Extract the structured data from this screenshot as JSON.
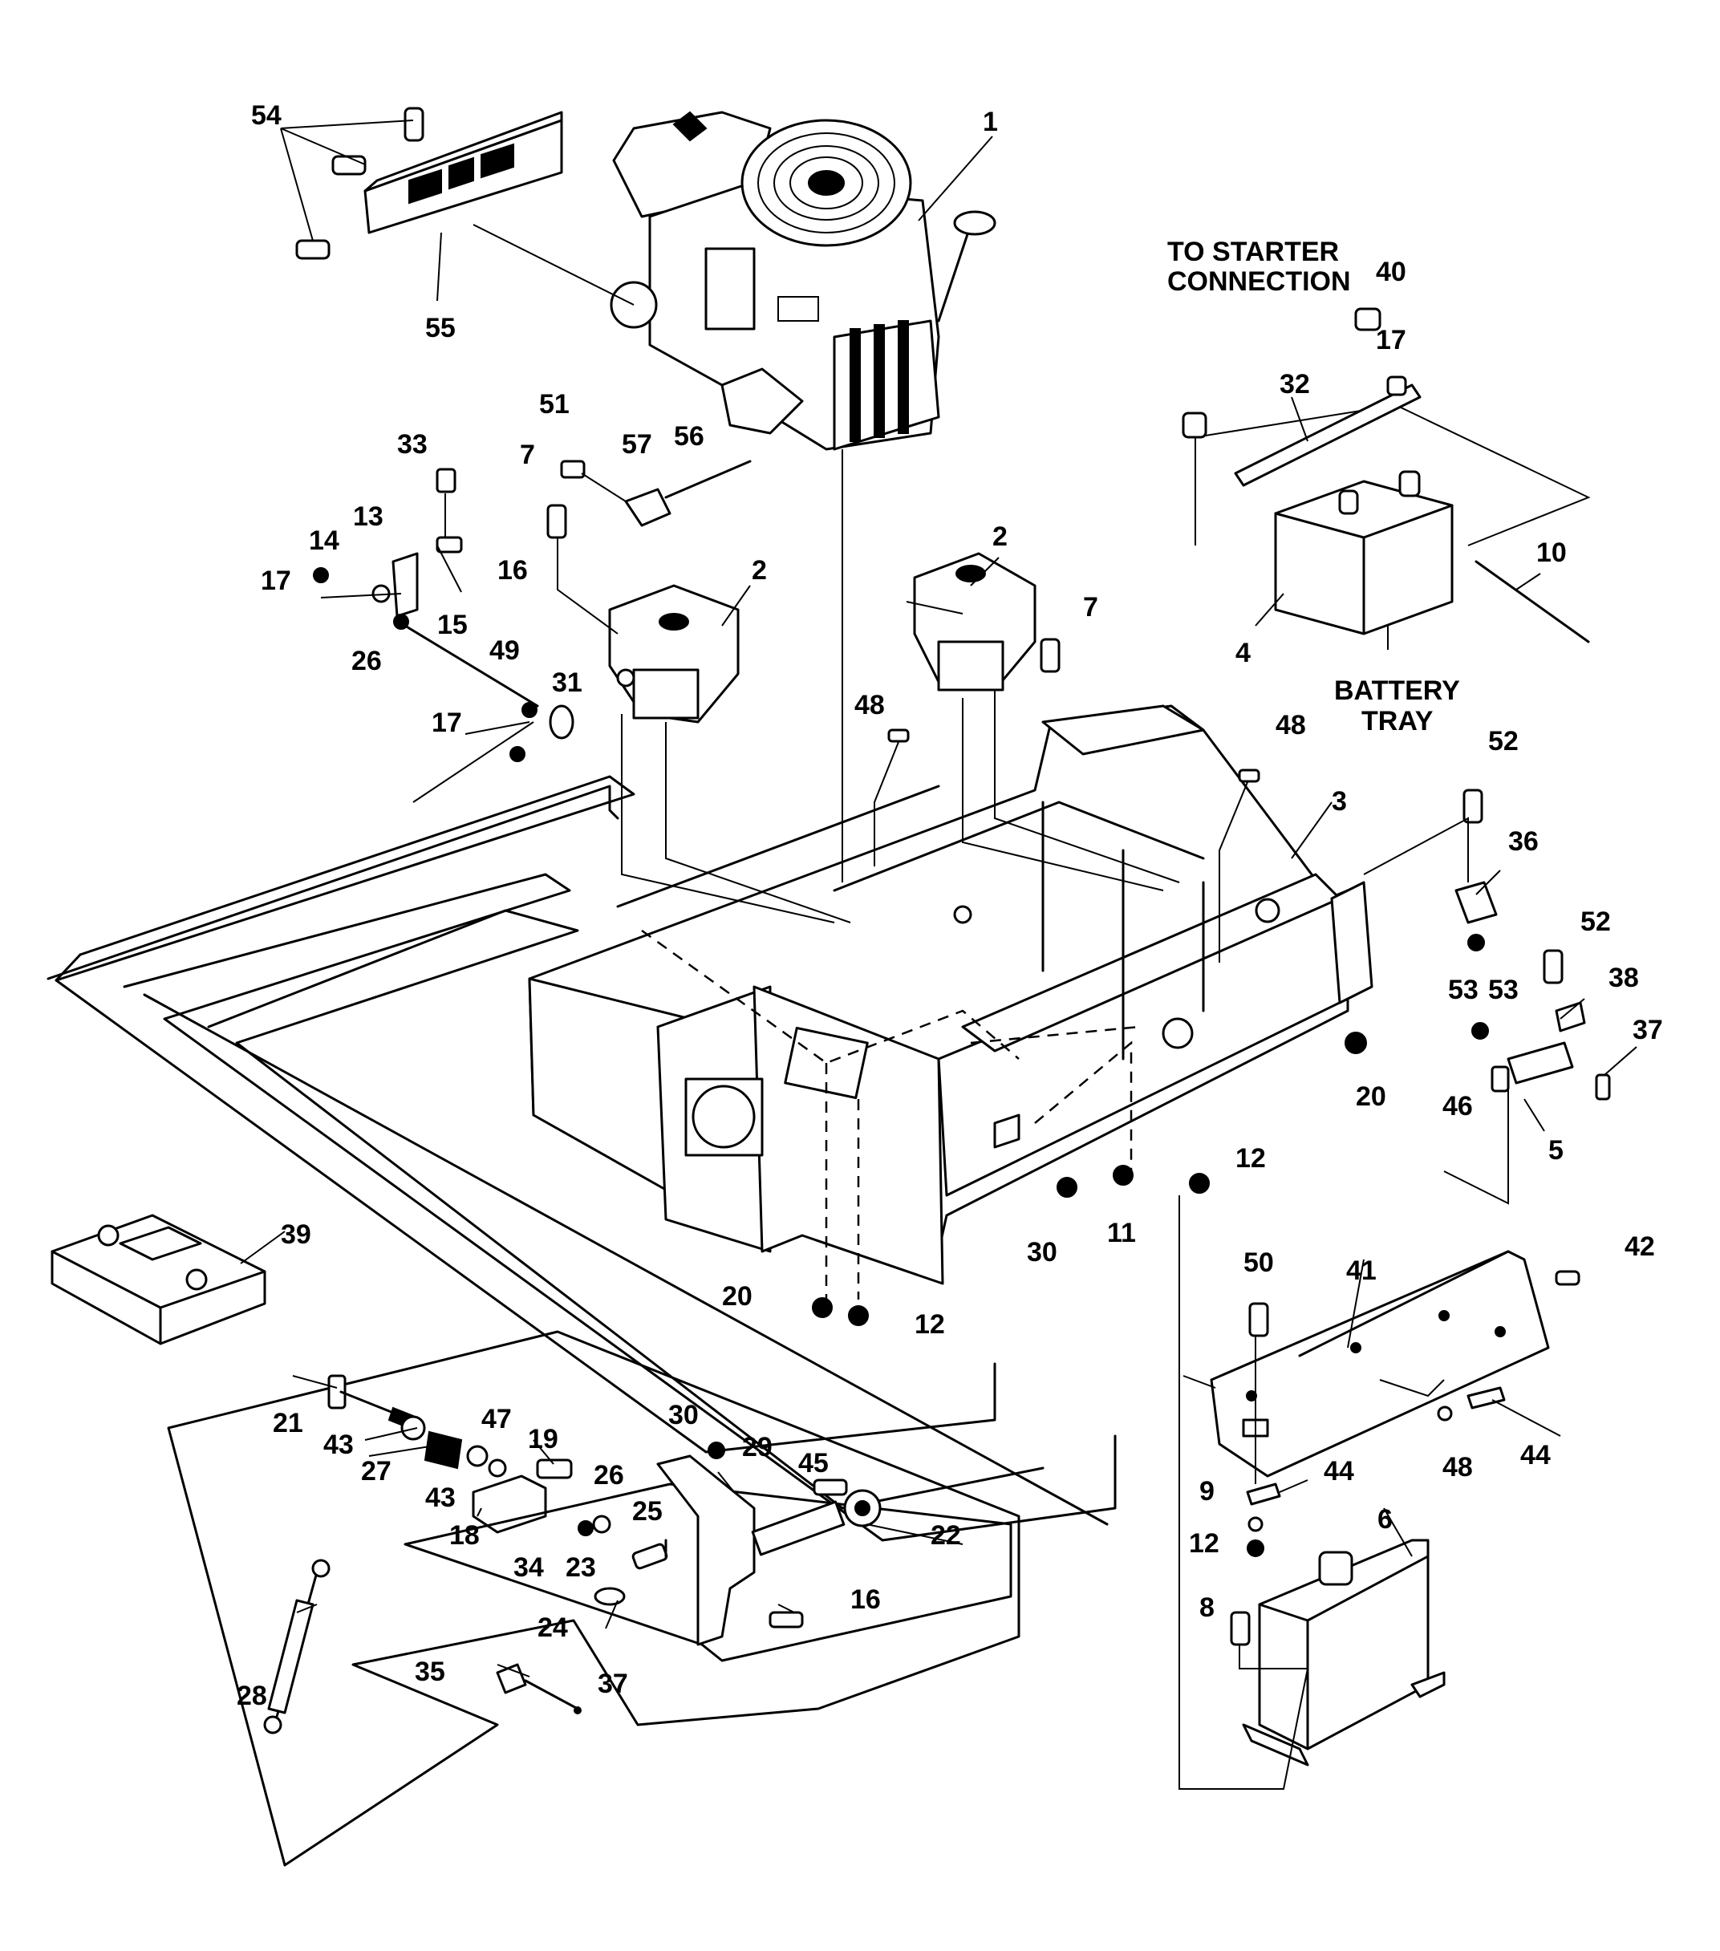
{
  "captions": {
    "starter_line1": "TO STARTER",
    "starter_line2": "CONNECTION",
    "battery_line1": "BATTERY",
    "battery_line2": "TRAY"
  },
  "callouts": {
    "p1": "1",
    "p2a": "2",
    "p2b": "2",
    "p3": "3",
    "p4": "4",
    "p5": "5",
    "p6": "6",
    "p7a": "7",
    "p7b": "7",
    "p8": "8",
    "p9": "9",
    "p10": "10",
    "p11": "11",
    "p12a": "12",
    "p12b": "12",
    "p12c": "12",
    "p13": "13",
    "p14": "14",
    "p15": "15",
    "p16a": "16",
    "p16b": "16",
    "p17a": "17",
    "p17b": "17",
    "p17c": "17",
    "p18": "18",
    "p19": "19",
    "p20a": "20",
    "p20b": "20",
    "p21": "21",
    "p22": "22",
    "p23": "23",
    "p24": "24",
    "p25": "25",
    "p26a": "26",
    "p26b": "26",
    "p27": "27",
    "p28": "28",
    "p29": "29",
    "p30a": "30",
    "p30b": "30",
    "p31": "31",
    "p32": "32",
    "p33": "33",
    "p34": "34",
    "p35": "35",
    "p36": "36",
    "p37a": "37",
    "p37b": "37",
    "p38": "38",
    "p39": "39",
    "p40": "40",
    "p41": "41",
    "p42": "42",
    "p43a": "43",
    "p43b": "43",
    "p44a": "44",
    "p44b": "44",
    "p45": "45",
    "p46": "46",
    "p47": "47",
    "p48a": "48",
    "p48b": "48",
    "p48c": "48",
    "p49": "49",
    "p50": "50",
    "p51": "51",
    "p52a": "52",
    "p52b": "52",
    "p53a": "53",
    "p53b": "53",
    "p54": "54",
    "p55": "55",
    "p56": "56",
    "p57": "57"
  }
}
